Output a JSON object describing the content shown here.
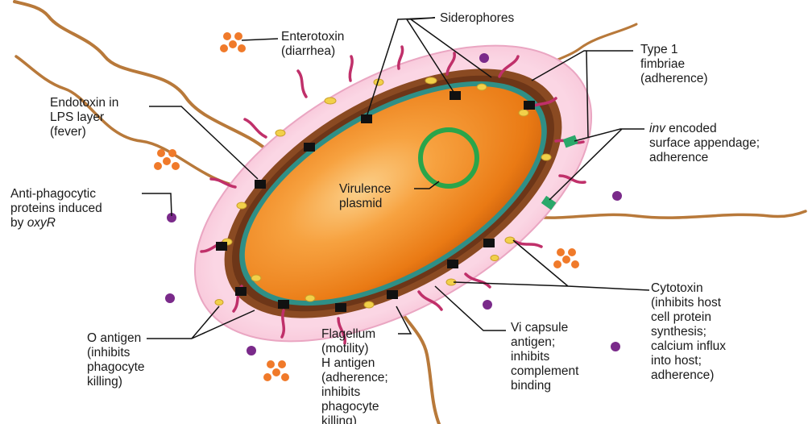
{
  "colors": {
    "capsule": "#f7c6d9",
    "cell_wall": "#8a4a22",
    "membrane": "#2f8f86",
    "cytoplasm": "#f0861c",
    "flagellum": "#b8793a",
    "fimbriae": "#c0306a",
    "plasmid": "#2aa54a",
    "enterotoxin": "#f07a2a",
    "purple_dots": "#7a2a8a",
    "siderophore": "#111111",
    "inv_appendage": "#2aa86a",
    "leader_lines": "#111111"
  },
  "labels": {
    "siderophores": "Siderophores",
    "enterotoxin": {
      "line1": "Enterotoxin",
      "line2": "(diarrhea)"
    },
    "type1_fimbriae": {
      "line1": "Type 1",
      "line2": "fimbriae",
      "line3": "(adherence)"
    },
    "endotoxin": {
      "line1": "Endotoxin in",
      "line2": "LPS layer",
      "line3": "(fever)"
    },
    "inv": {
      "line1_italic": "inv",
      "line1_rest": " encoded",
      "line2": "surface appendage;",
      "line3": "adherence"
    },
    "anti_phago": {
      "line1": "Anti-phagocytic",
      "line2": "proteins induced",
      "line3_prefix": "by ",
      "line3_italic": "oxyR"
    },
    "virulence_plasmid": {
      "line1": "Virulence",
      "line2": "plasmid"
    },
    "cytotoxin": {
      "line1": "Cytotoxin",
      "line2": "(inhibits host",
      "line3": "cell protein",
      "line4": "synthesis;",
      "line5": "calcium influx",
      "line6": "into host;",
      "line7": "adherence)"
    },
    "o_antigen": {
      "line1": "O antigen",
      "line2": "(inhibits",
      "line3": "phagocyte",
      "line4": "killing)"
    },
    "flagellum": {
      "line1": "Flagellum",
      "line2": "(motility)",
      "line3": "H antigen",
      "line4": "(adherence;",
      "line5": "inhibits",
      "line6": "phagocyte",
      "line7": "killing)"
    },
    "vi_capsule": {
      "line1": "Vi capsule",
      "line2": "antigen;",
      "line3": "inhibits",
      "line4": "complement",
      "line5": "binding"
    }
  }
}
